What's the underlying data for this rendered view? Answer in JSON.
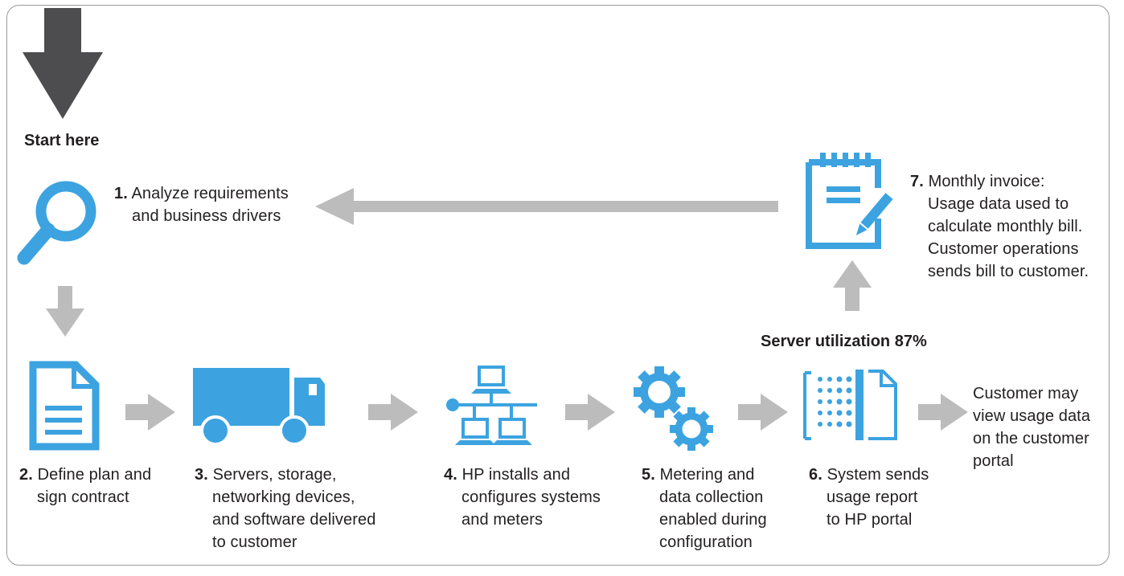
{
  "start_label": "Start here",
  "server_utilization": "Server utilization 87%",
  "steps": [
    {
      "num": "1.",
      "lines": [
        "Analyze requirements",
        "and business drivers"
      ],
      "icon": "magnifier-icon"
    },
    {
      "num": "2.",
      "lines": [
        "Define plan and",
        "sign contract"
      ],
      "icon": "document-icon"
    },
    {
      "num": "3.",
      "lines": [
        "Servers, storage,",
        "networking devices,",
        "and software delivered",
        "to customer"
      ],
      "icon": "truck-icon"
    },
    {
      "num": "4.",
      "lines": [
        "HP installs and",
        "configures systems",
        "and meters"
      ],
      "icon": "network-icon"
    },
    {
      "num": "5.",
      "lines": [
        "Metering and",
        "data collection",
        "enabled during",
        "configuration"
      ],
      "icon": "gears-icon"
    },
    {
      "num": "6.",
      "lines": [
        "System sends",
        "usage report",
        "to HP portal"
      ],
      "icon": "report-icon"
    },
    {
      "num": "7.",
      "lines": [
        "Monthly invoice:",
        "Usage data used to",
        "calculate monthly bill.",
        "Customer operations",
        "sends bill to customer."
      ],
      "icon": "invoice-icon"
    }
  ],
  "customer_portal": [
    "Customer may",
    "view usage data",
    "on the customer",
    "portal"
  ],
  "colors": {
    "icon_blue": "#3ca3e0",
    "arrow_gray": "#bcbcbd",
    "start_arrow": "#4d4d4f",
    "text": "#231f20"
  }
}
